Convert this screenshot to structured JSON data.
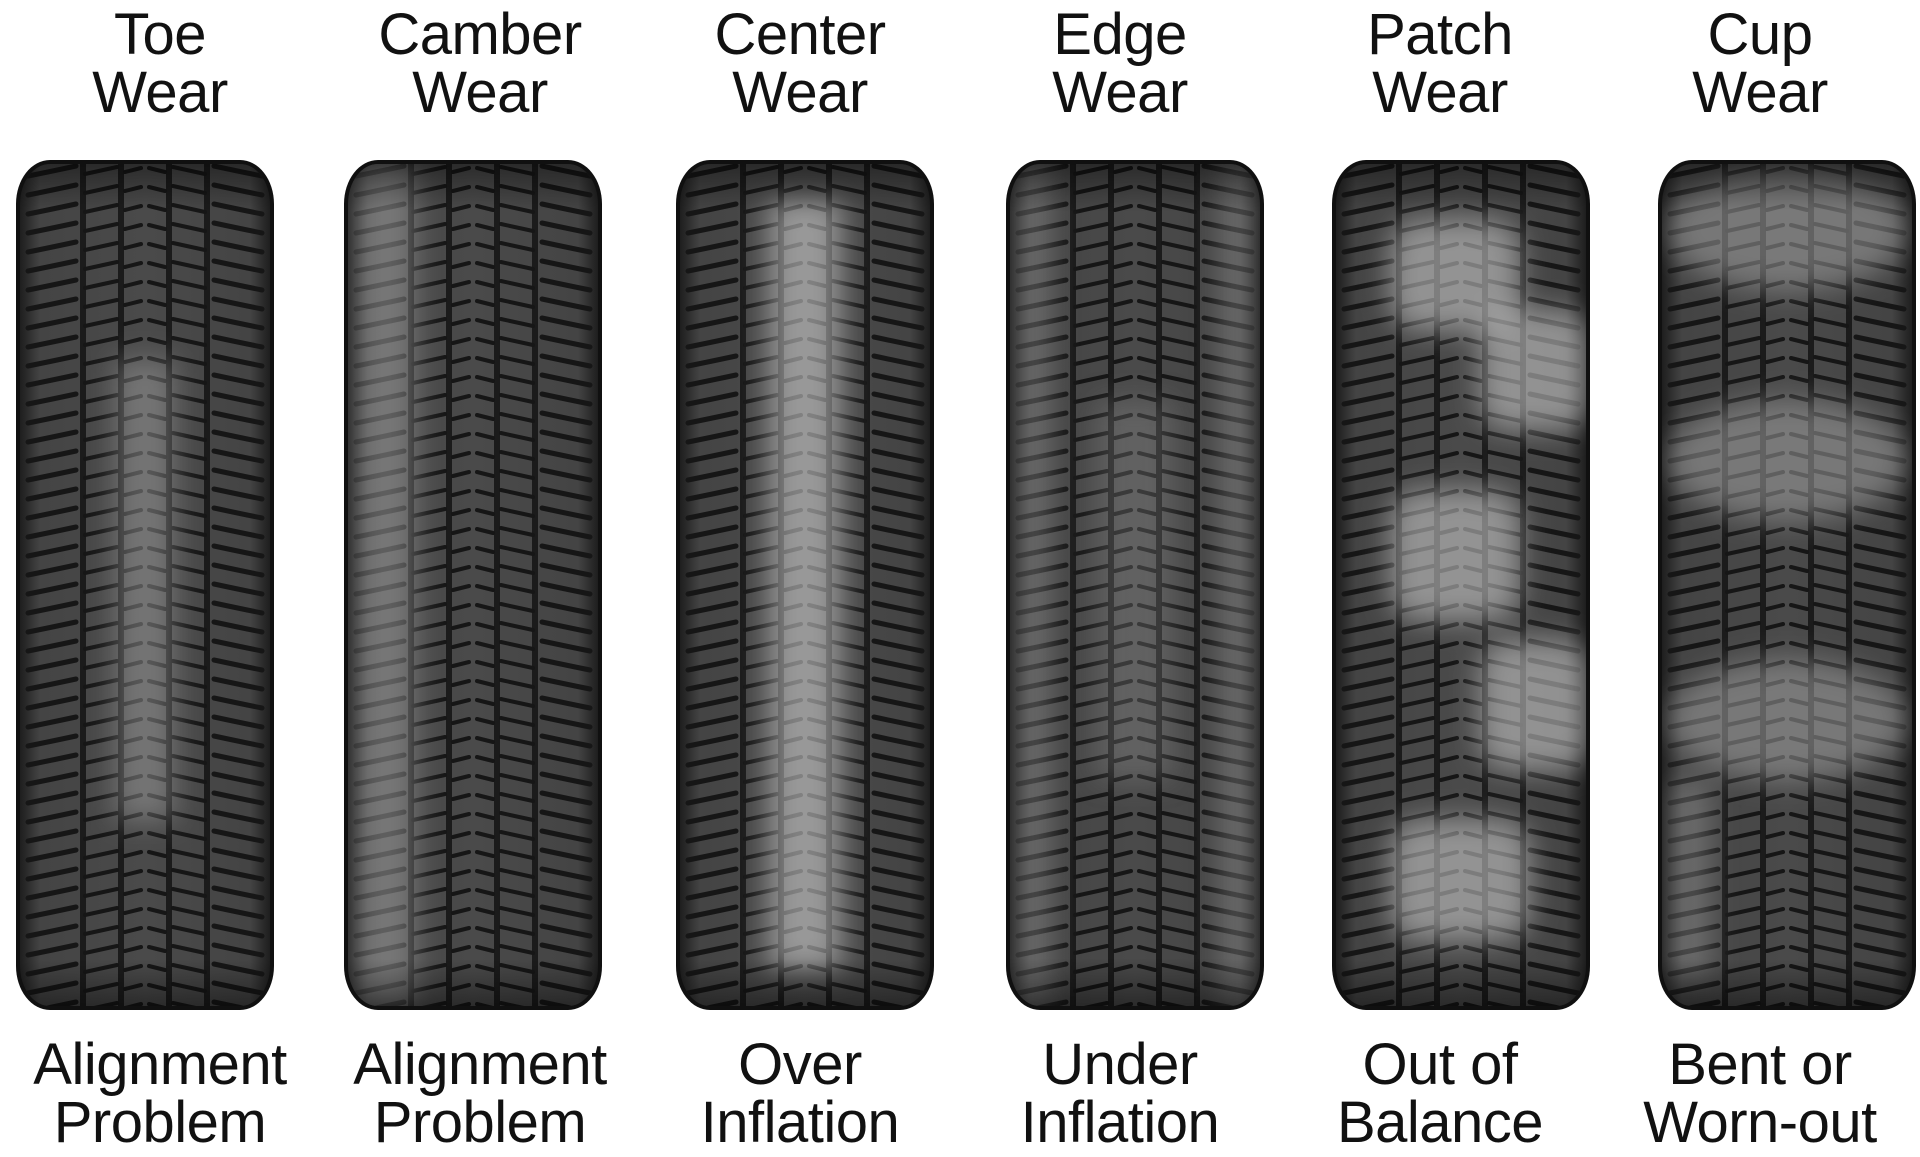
{
  "colors": {
    "text": "#111111",
    "background": "#ffffff",
    "rubber": "#3a3a3a",
    "groove": "#161616",
    "worn": "#a8a8a8"
  },
  "tires": [
    {
      "id": "toe",
      "title_line1": "Toe",
      "title_line2": "Wear",
      "cause_line1": "Alignment",
      "cause_line2": "Problem",
      "wear_pattern": "feathered-inner",
      "icon": "tire-tread-icon"
    },
    {
      "id": "camber",
      "title_line1": "Camber",
      "title_line2": "Wear",
      "cause_line1": "Alignment",
      "cause_line2": "Problem",
      "wear_pattern": "one-shoulder",
      "icon": "tire-tread-icon"
    },
    {
      "id": "center",
      "title_line1": "Center",
      "title_line2": "Wear",
      "cause_line1": "Over",
      "cause_line2": "Inflation",
      "wear_pattern": "center-strip",
      "icon": "tire-tread-icon"
    },
    {
      "id": "edge",
      "title_line1": "Edge",
      "title_line2": "Wear",
      "cause_line1": "Under",
      "cause_line2": "Inflation",
      "wear_pattern": "both-shoulders",
      "icon": "tire-tread-icon"
    },
    {
      "id": "patch",
      "title_line1": "Patch",
      "title_line2": "Wear",
      "cause_line1": "Out of",
      "cause_line2": "Balance",
      "wear_pattern": "patches",
      "icon": "tire-tread-icon"
    },
    {
      "id": "cup",
      "title_line1": "Cup",
      "title_line2": "Wear",
      "cause_line1": "Bent or",
      "cause_line2": "Worn-out",
      "wear_pattern": "scallops",
      "icon": "tire-tread-icon"
    }
  ]
}
